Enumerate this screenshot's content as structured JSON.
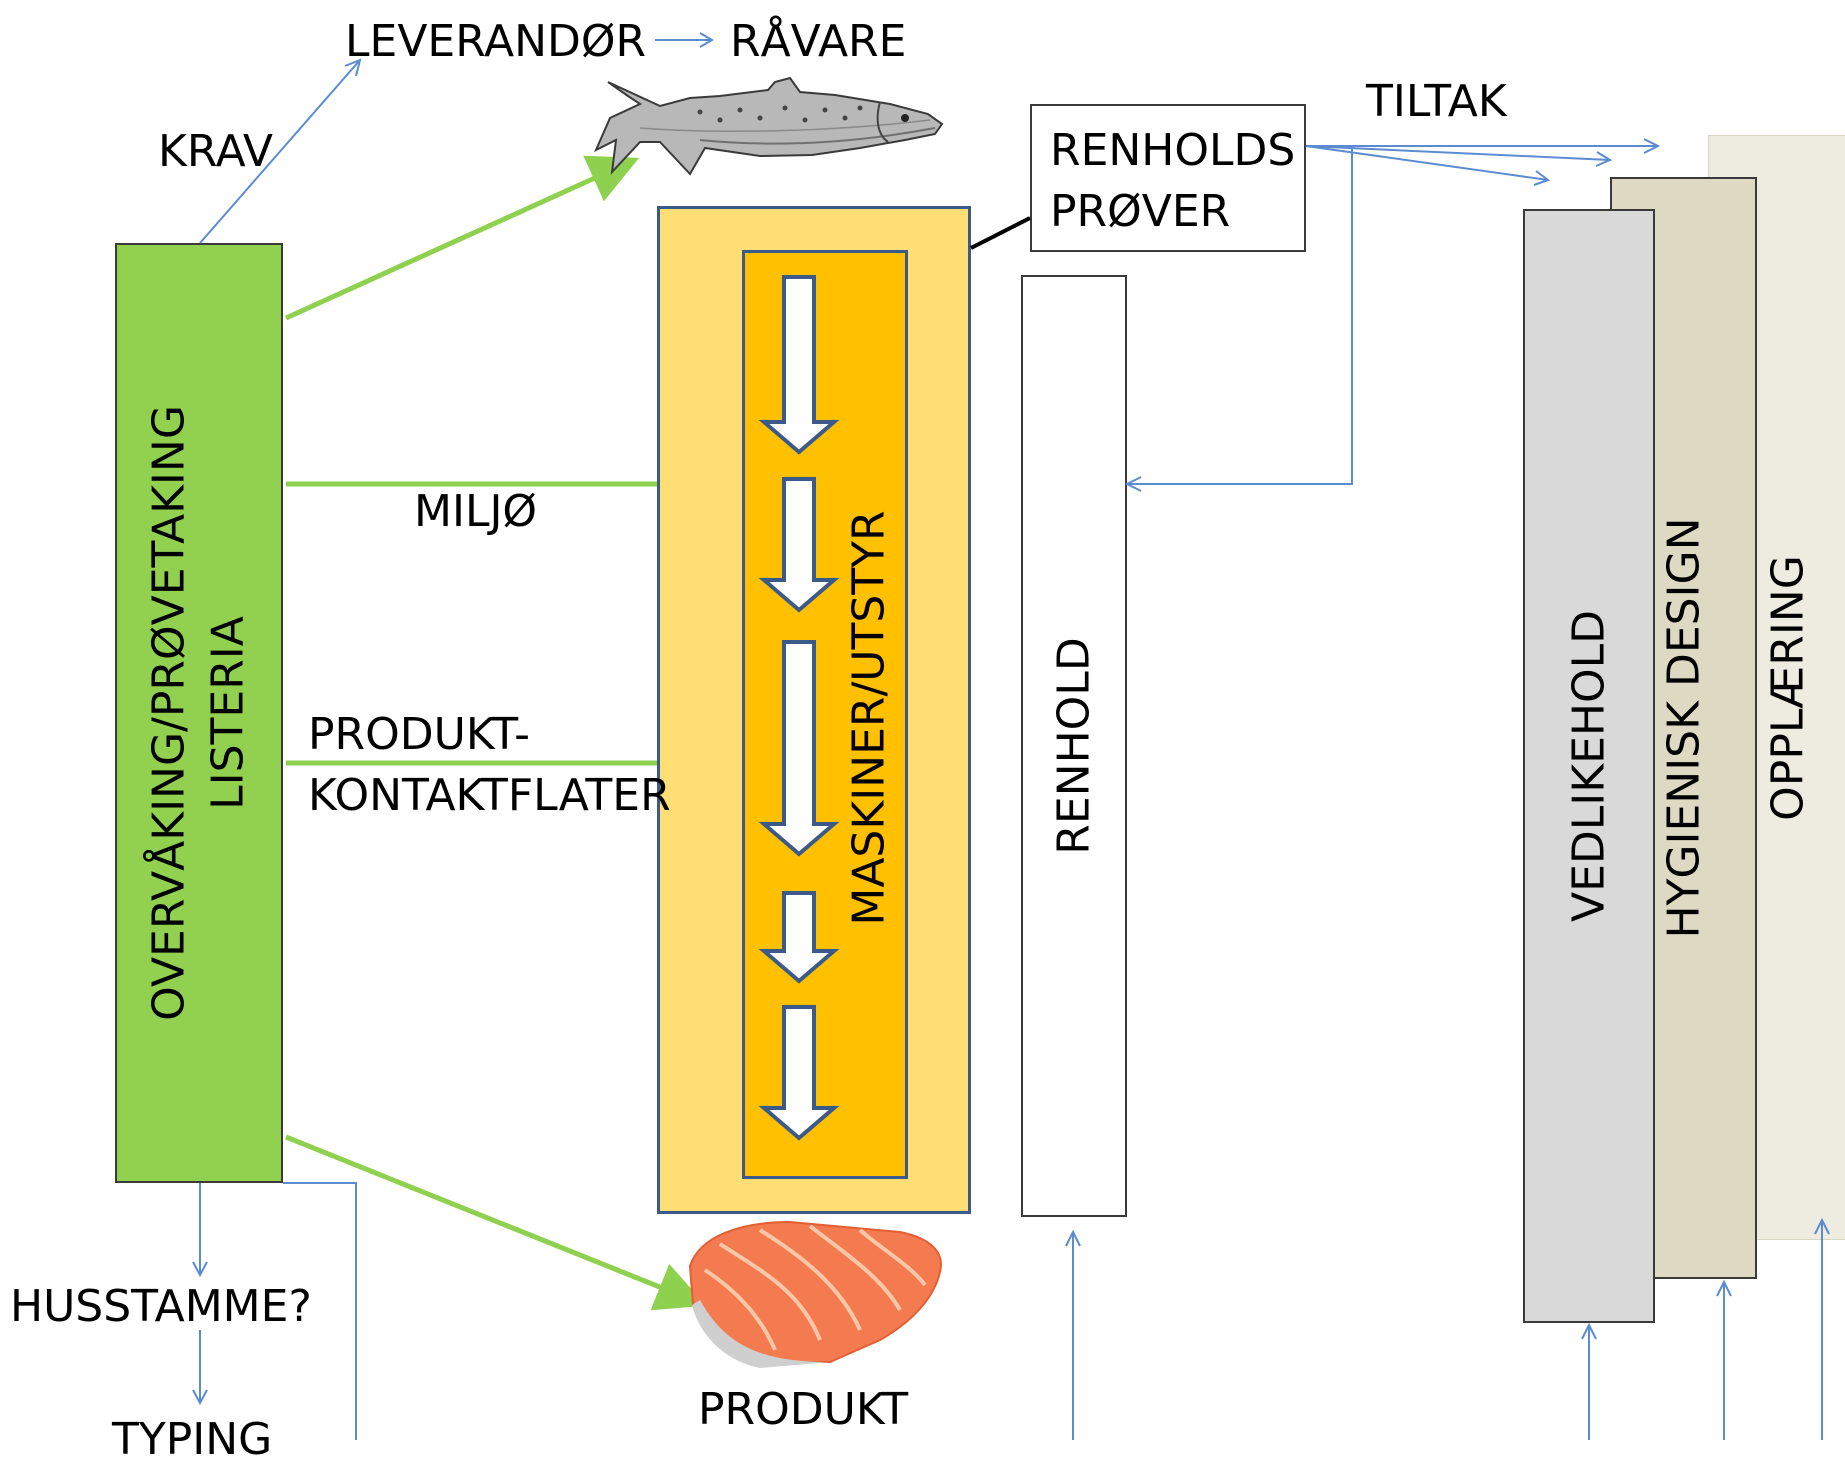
{
  "labels": {
    "leverandor": "LEVERANDØR",
    "ravare": "RÅVARE",
    "krav": "KRAV",
    "tiltak": "TILTAK",
    "renholds_prover_line1": "RENHOLDS",
    "renholds_prover_line2": "PRØVER",
    "miljo": "MILJØ",
    "produkt_kontakt_line1": "PRODUKT-",
    "produkt_kontakt_line2": "KONTAKTFLATER",
    "husstamme": "HUSSTAMME?",
    "typing": "TYPING",
    "produkt": "PRODUKT"
  },
  "boxes": {
    "overvaking_line1": "OVERVÅKING/PRØVETAKING",
    "overvaking_line2": "LISTERIA",
    "maskiner": "MASKINER/UTSTYR",
    "renhold": "RENHOLD",
    "vedlikehold": "VEDLIKEHOLD",
    "hygienisk_design": "HYGIENISK DESIGN",
    "opplaering": "OPPLÆRING"
  },
  "colors": {
    "green_box": "#92d050",
    "green_arrow": "#8ed14f",
    "yellow_outer": "#ffde75",
    "orange_inner": "#ffc000",
    "frame_blue": "#3b5a8a",
    "connector_blue": "#5b8bd0",
    "gray_box": "#d9d9d9",
    "tan_box": "#ddd9c3",
    "cream_box": "#eeece1"
  },
  "icons": {
    "raw_material": "salmon-fish-icon",
    "product": "salmon-fillet-icon"
  }
}
